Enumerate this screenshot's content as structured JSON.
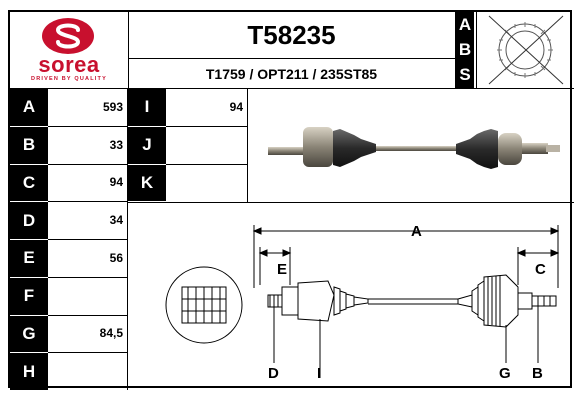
{
  "brand": {
    "name": "sorea",
    "tagline": "DRIVEN BY QUALITY",
    "color": "#c8102e"
  },
  "product": {
    "code": "T58235",
    "refs": "T1759 / OPT211 / 235ST85"
  },
  "side_letters": [
    "A",
    "B",
    "S"
  ],
  "spec_left": [
    {
      "letter": "A",
      "value": "593"
    },
    {
      "letter": "B",
      "value": "33"
    },
    {
      "letter": "C",
      "value": "94"
    },
    {
      "letter": "D",
      "value": "34"
    },
    {
      "letter": "E",
      "value": "56"
    },
    {
      "letter": "F",
      "value": ""
    },
    {
      "letter": "G",
      "value": "84,5"
    },
    {
      "letter": "H",
      "value": ""
    }
  ],
  "spec_mid": [
    {
      "letter": "I",
      "value": "94"
    },
    {
      "letter": "J",
      "value": ""
    },
    {
      "letter": "K",
      "value": ""
    }
  ],
  "diagram_labels": {
    "A": "A",
    "E": "E",
    "C": "C",
    "D": "D",
    "I": "I",
    "G": "G",
    "B": "B"
  }
}
